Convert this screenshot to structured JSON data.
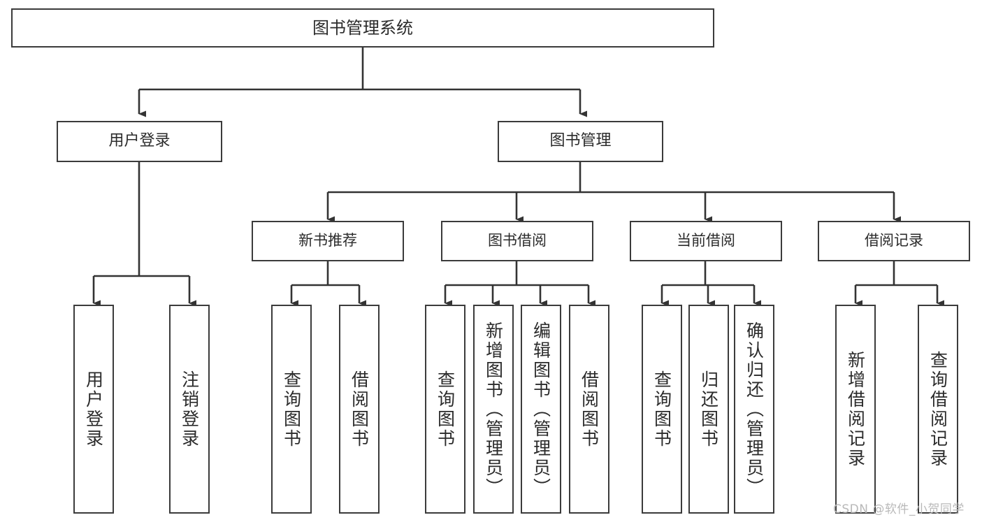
{
  "diagram": {
    "title": "图书管理系统",
    "type": "tree-hierarchy-chart",
    "root": {
      "label": "图书管理系统"
    },
    "level1": [
      {
        "label": "用户登录"
      },
      {
        "label": "图书管理"
      }
    ],
    "level2": [
      {
        "label": "新书推荐"
      },
      {
        "label": "图书借阅"
      },
      {
        "label": "当前借阅"
      },
      {
        "label": "借阅记录"
      }
    ],
    "leaves": {
      "user_login": [
        {
          "label": "用户登录"
        },
        {
          "label": "注销登录"
        }
      ],
      "new_book_recommend": [
        {
          "label": "查询图书"
        },
        {
          "label": "借阅图书"
        }
      ],
      "book_borrow": [
        {
          "label": "查询图书"
        },
        {
          "label": "新增图书（管理员）"
        },
        {
          "label": "编辑图书（管理员）"
        },
        {
          "label": "借阅图书"
        }
      ],
      "current_borrow": [
        {
          "label": "查询图书"
        },
        {
          "label": "归还图书"
        },
        {
          "label": "确认归还（管理员）"
        }
      ],
      "borrow_record": [
        {
          "label": "新增借阅记录"
        },
        {
          "label": "查询借阅记录"
        }
      ]
    }
  },
  "watermark": {
    "text": "CSDN @软件_小贺同学"
  },
  "colors": {
    "box_border": "#3b3b3b",
    "box_fill": "#ffffff",
    "connector": "#333333",
    "text": "#2b2b2b",
    "watermark": "#b9b9b9",
    "background": "#ffffff"
  }
}
